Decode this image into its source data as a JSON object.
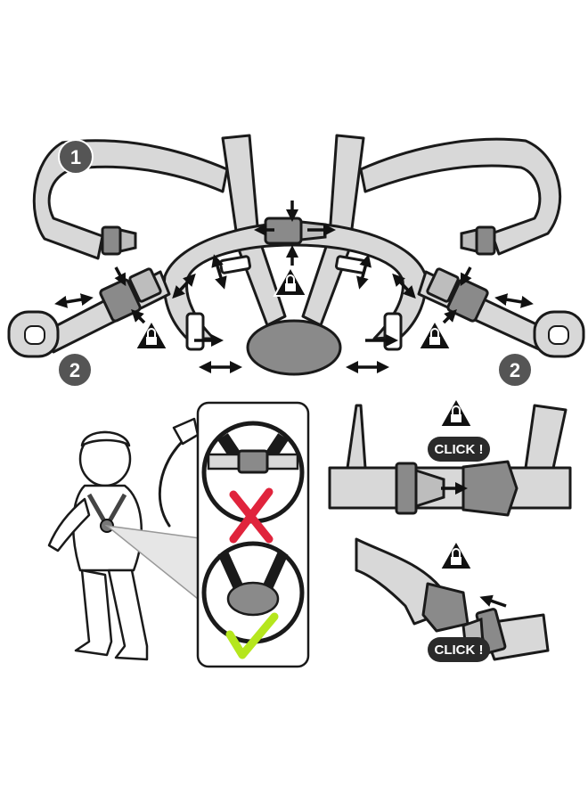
{
  "steps": {
    "step1_label": "1",
    "step2_label_left": "2",
    "step2_label_right": "2"
  },
  "callouts": {
    "click_top": "CLICK !",
    "click_bottom": "CLICK !"
  },
  "colors": {
    "strap": "#d8d8d8",
    "buckle": "#8a8a8a",
    "outline": "#1a1a1a",
    "badge": "#555555",
    "wrong_mark": "#e0243c",
    "right_mark": "#b5e61d"
  },
  "icons": {
    "lock": "padlock-warning-icon",
    "wrong": "red-x-icon",
    "right": "green-check-icon"
  }
}
